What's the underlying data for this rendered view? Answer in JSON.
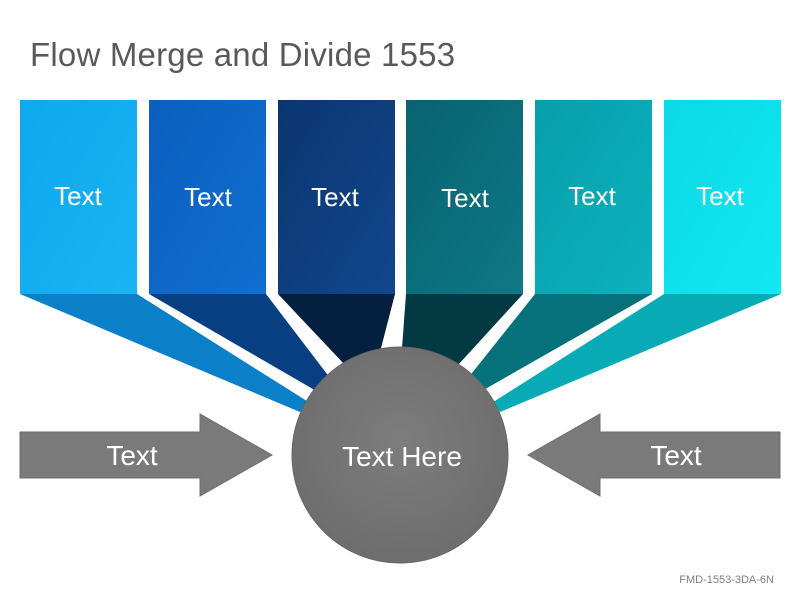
{
  "title": "Flow Merge and Divide 1553",
  "boxes": [
    {
      "label": "Text",
      "color": "#12a3e8",
      "dark": "#0b7dc2"
    },
    {
      "label": "Text",
      "color": "#0d63c2",
      "dark": "#083f80"
    },
    {
      "label": "Text",
      "color": "#0e3d7e",
      "dark": "#061e40"
    },
    {
      "label": "Text",
      "color": "#0c6b79",
      "dark": "#053a42"
    },
    {
      "label": "Text",
      "color": "#0aa7b4",
      "dark": "#06727a"
    },
    {
      "label": "Text",
      "color": "#0ee0ec",
      "dark": "#08a9b5"
    }
  ],
  "center": {
    "label": "Text Here",
    "color": "#737373"
  },
  "left_arrow": {
    "label": "Text",
    "color": "#7a7a7a"
  },
  "right_arrow": {
    "label": "Text",
    "color": "#7a7a7a"
  },
  "footer": "FMD-1553-3DA-6N"
}
